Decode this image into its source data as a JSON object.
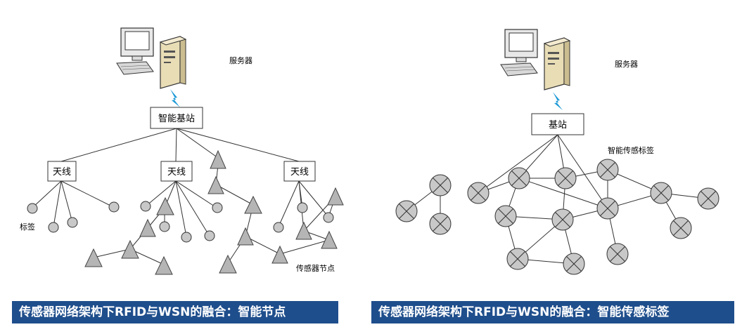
{
  "left": {
    "server_label": "服务器",
    "base_station_label": "智能基站",
    "antenna_labels": [
      "天线",
      "天线",
      "天线"
    ],
    "tag_label": "标签",
    "sensor_label": "传感器节点",
    "caption": "传感器网络架构下RFID与WSN的融合：智能节点"
  },
  "right": {
    "server_label": "服务器",
    "base_station_label": "基站",
    "smart_tag_label": "智能传感标签",
    "caption": "传感器网络架构下RFID与WSN的融合：智能传感标签"
  },
  "colors": {
    "caption_bg": "#1f4e8c",
    "node_fill": "#c8c8c8",
    "lightning": "#1e9ad6"
  }
}
